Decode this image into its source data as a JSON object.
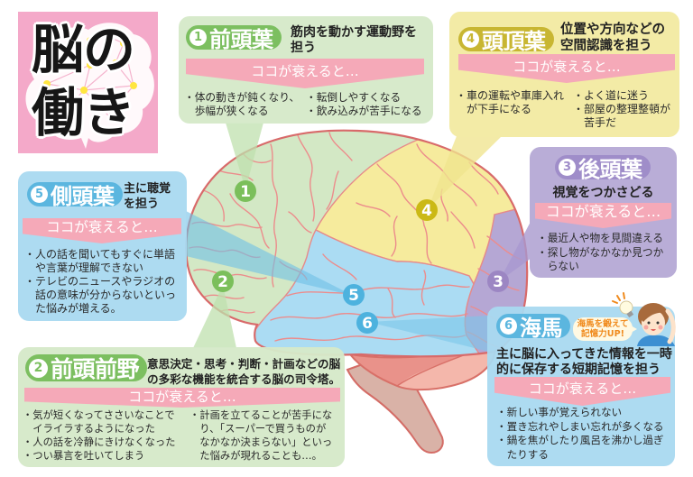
{
  "title": {
    "line1": "脳の",
    "line2": "働き"
  },
  "regions": {
    "frontal_lobe": {
      "number": "1",
      "name": "前頭葉",
      "description": "筋肉を動かす運動野を担う",
      "decline_label": "ココが衰えると…",
      "symptoms_col1": [
        "体の動きが鈍くなり、歩幅が狭くなる"
      ],
      "symptoms_col2": [
        "転倒しやすくなる",
        "飲み込みが苦手になる"
      ]
    },
    "prefrontal_cortex": {
      "number": "2",
      "name": "前頭前野",
      "description": "意思決定・思考・判断・計画などの脳の多彩な機能を統合する脳の司令塔。",
      "decline_label": "ココが衰えると…",
      "symptoms_col1": [
        "気が短くなってささいなことでイライラするようになった",
        "人の話を冷静にきけなくなった",
        "つい暴言を吐いてしまう"
      ],
      "symptoms_col2": [
        "計画を立てることが苦手になり、「スーパーで買うものがなかなか決まらない」といった悩みが現れることも…。"
      ]
    },
    "occipital_lobe": {
      "number": "3",
      "name": "後頭葉",
      "description": "視覚をつかさどる",
      "decline_label": "ココが衰えると…",
      "symptoms_col1": [
        "最近人や物を見間違える",
        "探し物がなかなか見つからない"
      ]
    },
    "parietal_lobe": {
      "number": "4",
      "name": "頭頂葉",
      "description": "位置や方向などの空間認識を担う",
      "decline_label": "ココが衰えると…",
      "symptoms_col1": [
        "車の運転や車庫入れが下手になる"
      ],
      "symptoms_col2": [
        "よく道に迷う",
        "部屋の整理整頓が苦手だ"
      ]
    },
    "temporal_lobe": {
      "number": "5",
      "name": "側頭葉",
      "description": "主に聴覚を担う",
      "decline_label": "ココが衰えると…",
      "symptoms_col1": [
        "人の話を聞いてもすぐに単語や言葉が理解できない",
        "テレビのニュースやラジオの話の意味が分からないといった悩みが増える。"
      ]
    },
    "hippocampus": {
      "number": "6",
      "name": "海馬",
      "callout": "海馬を鍛えて記憶力UP!",
      "description": "主に脳に入ってきた情報を一時的に保存する短期記憶を担う",
      "decline_label": "ココが衰えると…",
      "symptoms_col1": [
        "新しい事が覚えられない",
        "置き忘れやしまい忘れが多くなる",
        "鍋を焦がしたり風呂を沸かし過ぎたりする"
      ]
    }
  },
  "colors": {
    "title_bg": "#f4a9c9",
    "frontal": "#7cbf60",
    "frontal_bg": "#d5e9c9",
    "parietal": "#c8b632",
    "parietal_bg": "#f3eba6",
    "occipital": "#9f8dc9",
    "occipital_bg": "#b9add7",
    "temporal": "#5bb6df",
    "temporal_bg": "#a9d9f0",
    "decline_banner": "#f5a9b8",
    "brain_outline": "#d86a6a"
  },
  "icons": {
    "title_graphic": "brain-network-icon",
    "main_illustration": "brain-side-view",
    "person": "woman-thinking-icon",
    "idea": "lightbulb-icon"
  }
}
